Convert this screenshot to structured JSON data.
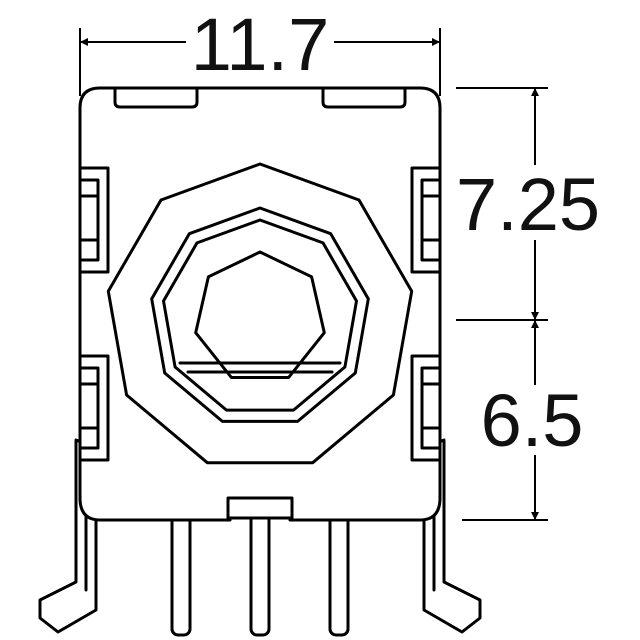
{
  "dimensions": {
    "width_label": "11.7",
    "upper_height_label": "7.25",
    "lower_height_label": "6.5"
  },
  "colors": {
    "line": "#000000",
    "background": "#ffffff"
  }
}
